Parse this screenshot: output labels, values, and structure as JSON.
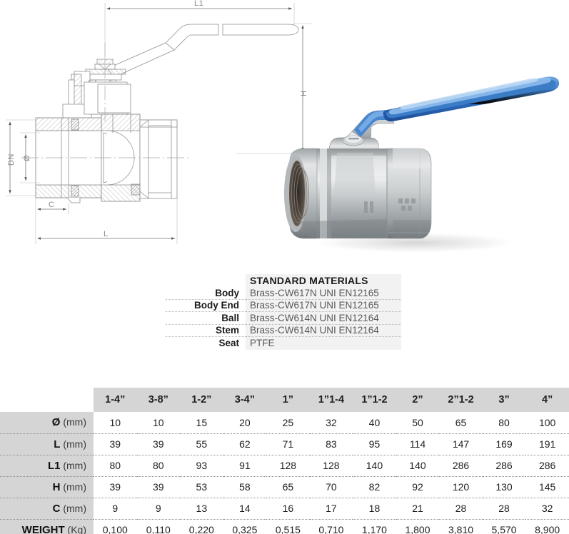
{
  "drawing": {
    "labels": {
      "l1": "L1",
      "h": "H",
      "dn": "DN",
      "diameter": "Ø",
      "c": "C",
      "l": "L"
    },
    "caption": "ball-valve-sectional-drawing"
  },
  "photo": {
    "caption": "nickel-plated-brass-ball-valve-with-blue-lever-handle",
    "handle_color": "#2f6fc0",
    "handle_highlight": "#7fb3e8",
    "body_color": "#b9bcbd",
    "body_shadow": "#7d8285"
  },
  "materials": {
    "title": "STANDARD MATERIALS",
    "rows": [
      {
        "label": "Body",
        "value": "Brass-CW617N UNI EN12165"
      },
      {
        "label": "Body End",
        "value": "Brass-CW617N UNI EN12165"
      },
      {
        "label": "Ball",
        "value": "Brass-CW614N UNI EN12164"
      },
      {
        "label": "Stem",
        "value": "Brass-CW614N UNI EN12164"
      },
      {
        "label": "Seat",
        "value": "PTFE"
      }
    ]
  },
  "dimensions": {
    "corner": "",
    "sizes": [
      "1-4”",
      "3-8”",
      "1-2”",
      "3-4”",
      "1”",
      "1”1-4",
      "1”1-2",
      "2”",
      "2”1-2",
      "3”",
      "4”"
    ],
    "rows": [
      {
        "symbol": "Ø",
        "unit": "(mm)",
        "values": [
          "10",
          "10",
          "15",
          "20",
          "25",
          "32",
          "40",
          "50",
          "65",
          "80",
          "100"
        ]
      },
      {
        "symbol": "L",
        "unit": "(mm)",
        "values": [
          "39",
          "39",
          "55",
          "62",
          "71",
          "83",
          "95",
          "114",
          "147",
          "169",
          "191"
        ]
      },
      {
        "symbol": "L1",
        "unit": "(mm)",
        "values": [
          "80",
          "80",
          "93",
          "91",
          "128",
          "128",
          "140",
          "140",
          "286",
          "286",
          "286"
        ]
      },
      {
        "symbol": "H",
        "unit": "(mm)",
        "values": [
          "39",
          "39",
          "53",
          "58",
          "65",
          "70",
          "82",
          "92",
          "120",
          "130",
          "145"
        ]
      },
      {
        "symbol": "C",
        "unit": "(mm)",
        "values": [
          "9",
          "9",
          "13",
          "14",
          "16",
          "17",
          "18",
          "21",
          "28",
          "28",
          "32"
        ]
      },
      {
        "symbol": "WEIGHT",
        "unit": "(Kg)",
        "values": [
          "0,100",
          "0,110",
          "0,220",
          "0,325",
          "0,515",
          "0,710",
          "1,170",
          "1,800",
          "3,810",
          "5,570",
          "8,900"
        ]
      }
    ]
  },
  "colors": {
    "header_grey": "#d5d5d5",
    "panel_grey": "#f2f2f2",
    "line_grey": "#9a9a9a",
    "text_dark": "#1f1f1f",
    "text_muted": "#58585a"
  }
}
